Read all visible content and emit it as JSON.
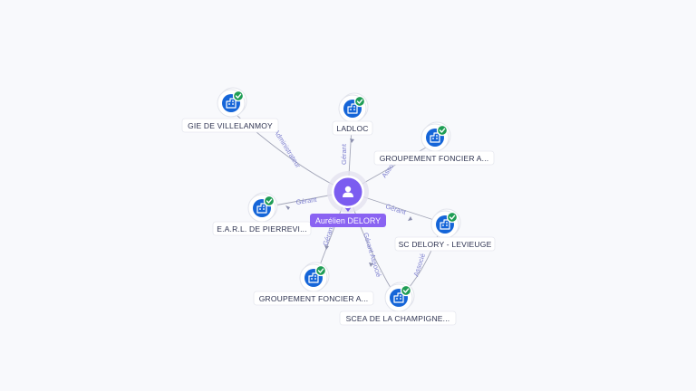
{
  "center": {
    "name": "Aurélien DELORY",
    "icon": "person-icon"
  },
  "nodes": [
    {
      "id": "gie",
      "name": "GIE DE VILLELANMOY",
      "icon": "building-icon",
      "badge": "check-icon"
    },
    {
      "id": "ladloc",
      "name": "LADLOC",
      "icon": "building-icon",
      "badge": "check-icon"
    },
    {
      "id": "gf1",
      "name": "GROUPEMENT FONCIER A...",
      "icon": "building-icon",
      "badge": "check-icon"
    },
    {
      "id": "earl",
      "name": "E.A.R.L. DE PIERREVI...",
      "icon": "building-icon",
      "badge": "check-icon"
    },
    {
      "id": "sc",
      "name": "SC DELORY - LEVIEUGE",
      "icon": "building-icon",
      "badge": "check-icon"
    },
    {
      "id": "gf2",
      "name": "GROUPEMENT FONCIER A...",
      "icon": "building-icon",
      "badge": "check-icon"
    },
    {
      "id": "scea",
      "name": "SCEA DE LA CHAMPIGNE...",
      "icon": "building-icon",
      "badge": "check-icon"
    }
  ],
  "edges": [
    {
      "to": "gie",
      "label": "Administrateur"
    },
    {
      "to": "ladloc",
      "label": "Gérant"
    },
    {
      "to": "gf1",
      "label": "Asso"
    },
    {
      "to": "earl",
      "label": "Gérant"
    },
    {
      "to": "sc",
      "label": "Gérant"
    },
    {
      "to": "gf2",
      "label": "Gérant"
    },
    {
      "to": "scea",
      "label": "Gérant Associé"
    },
    {
      "to": "scea",
      "label": "Associé"
    }
  ],
  "colors": {
    "background": "#f8f9fc",
    "node_fill": "#1565d8",
    "badge_fill": "#1f9d55",
    "center_fill": "#7b5cf0",
    "edge_stroke": "#a3a6b8",
    "edge_label": "#7d7fcf"
  }
}
